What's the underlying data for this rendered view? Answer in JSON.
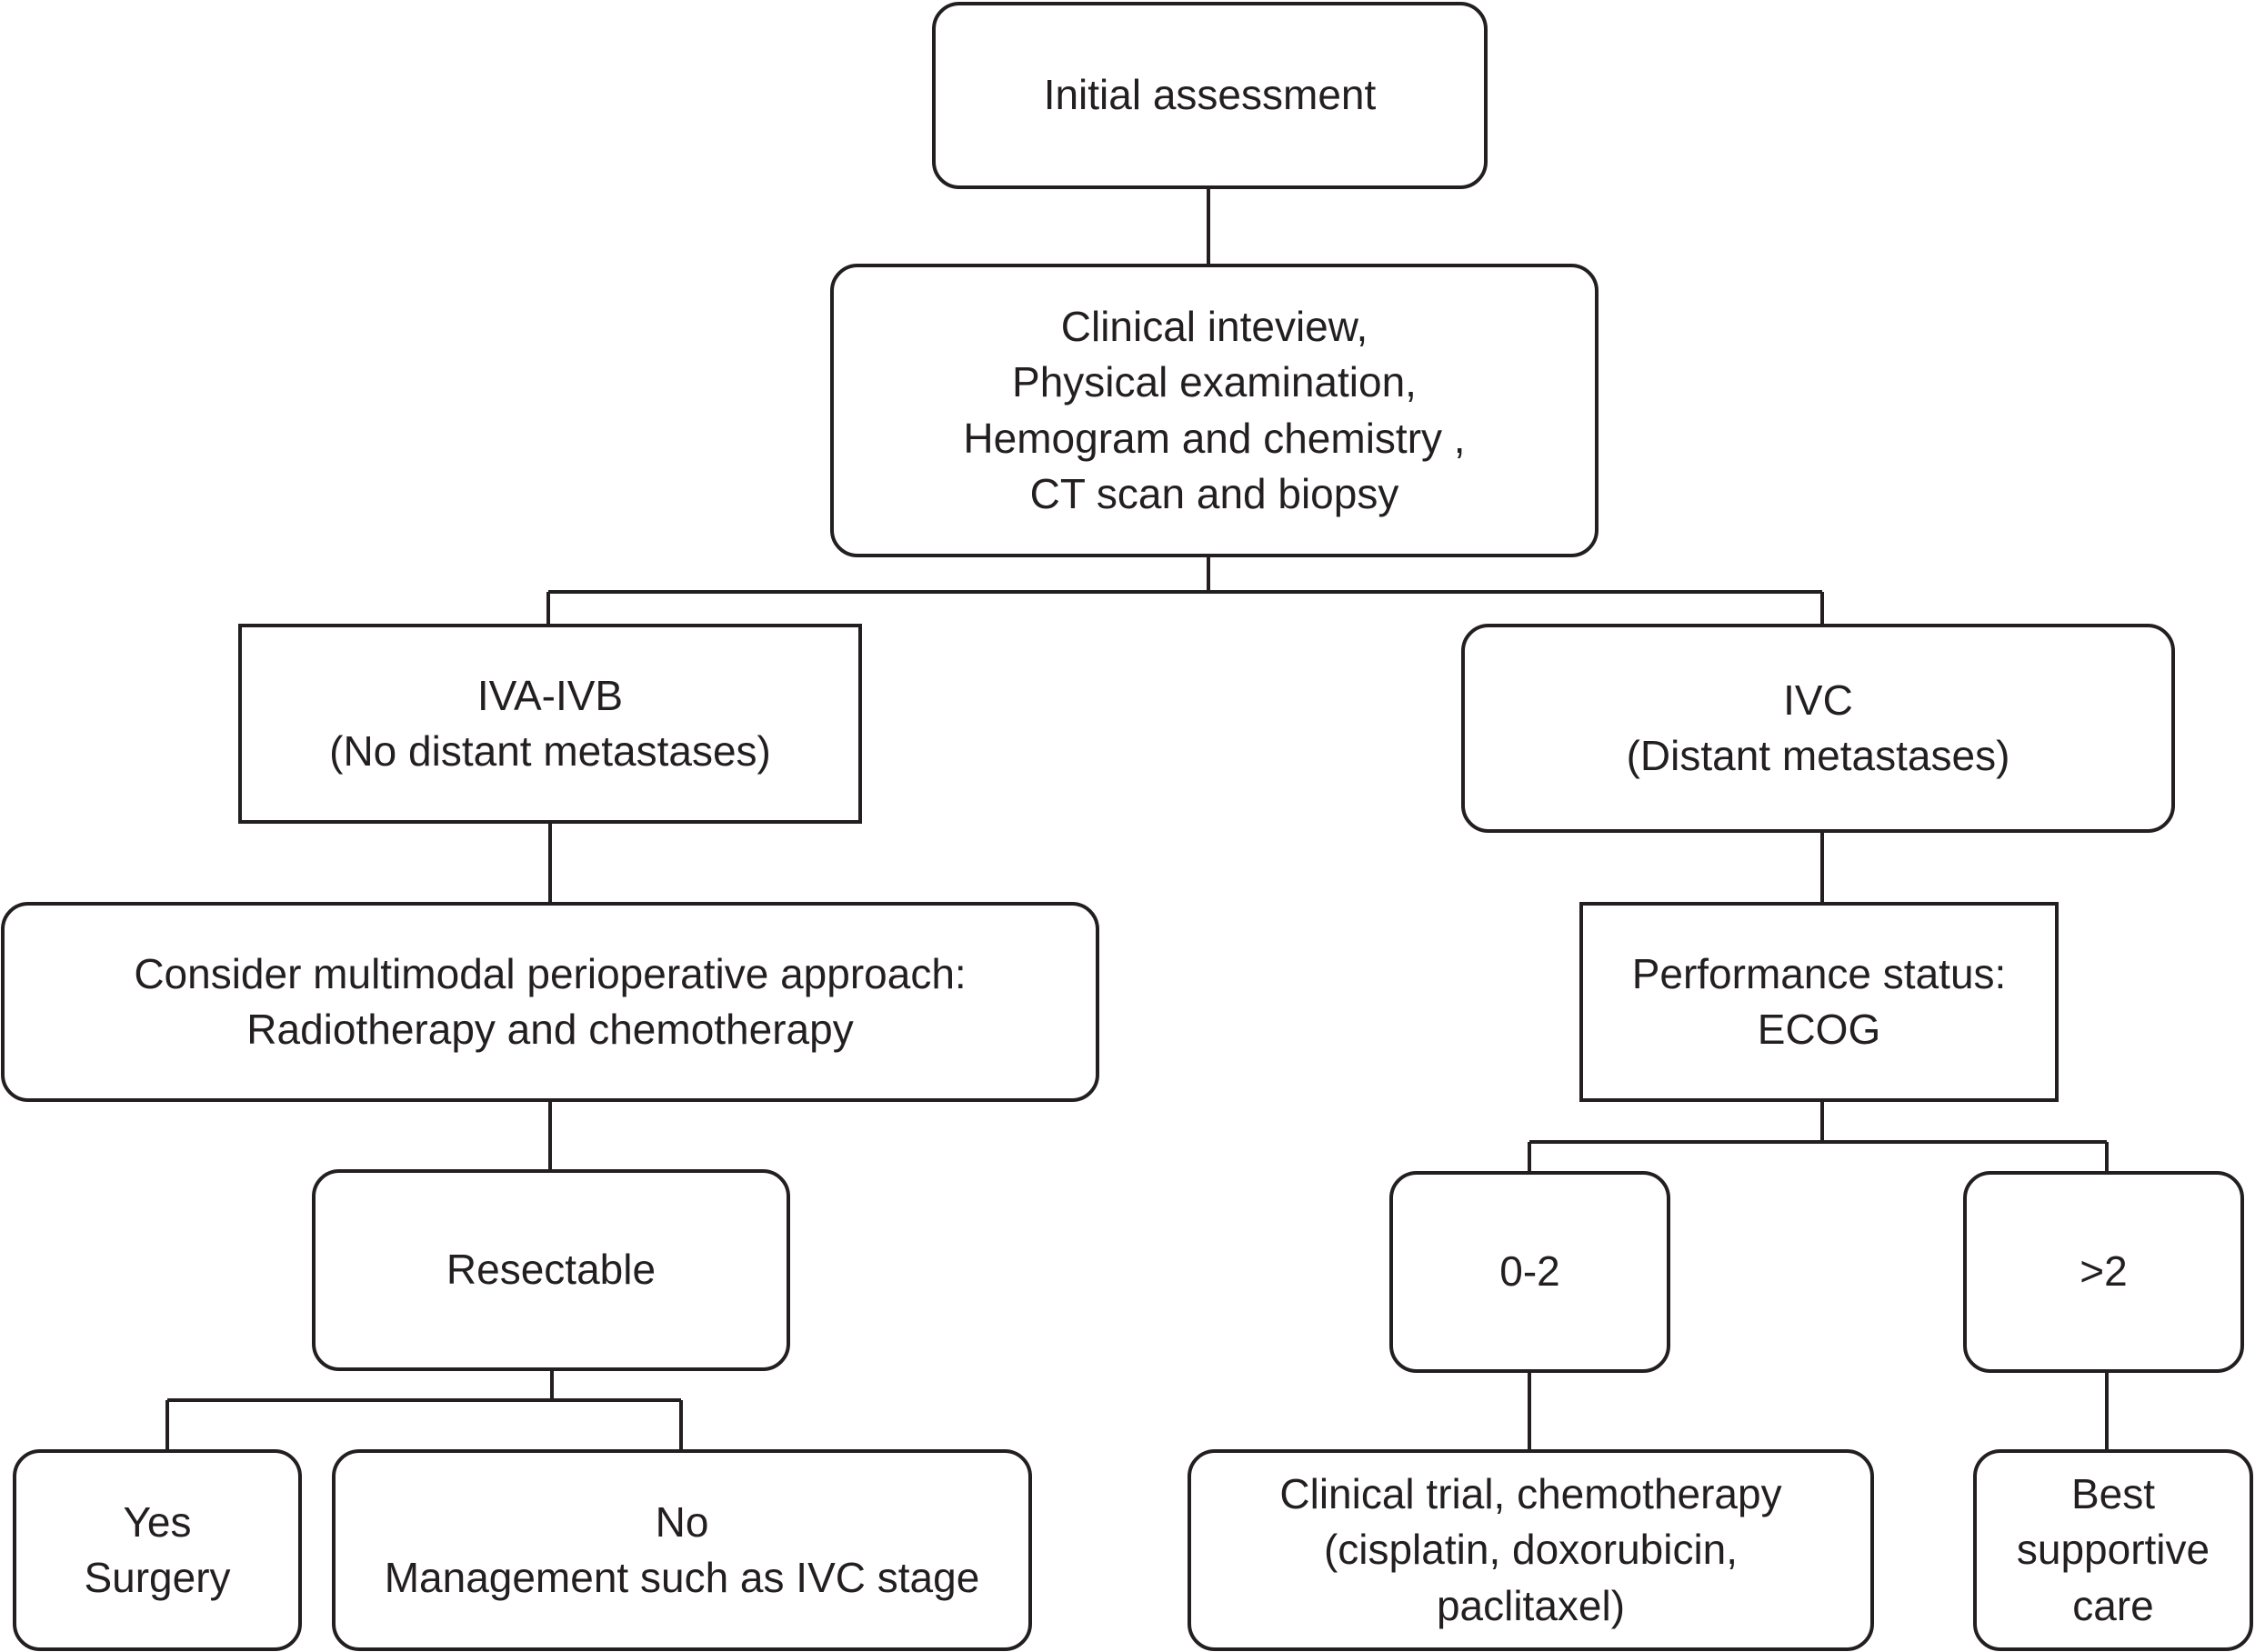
{
  "nodes": {
    "initial_assessment": "Initial assessment",
    "workup": "Clinical inteview,\n Physical examination,\nHemogram and chemistry ,\n CT scan and biopsy",
    "iva_ivb": "IVA-IVB\n(No distant metastases)",
    "ivc": "IVC\n(Distant metastases)",
    "multimodal": "Consider multimodal  perioperative approach:\nRadiotherapy and chemotherapy",
    "performance_status": "Performance status:\nECOG",
    "resectable": "Resectable",
    "ecog_0_2": "0-2",
    "ecog_gt_2": ">2",
    "yes_surgery": "Yes\nSurgery",
    "no_management": "No\nManagement such as IVC stage",
    "clinical_trial": "Clinical trial, chemotherapy\n(cisplatin, doxorubicin,\npaclitaxel)",
    "best_supportive_care": "Best\nsupportive\ncare"
  },
  "colors": {
    "line": "#231f20",
    "background": "#ffffff"
  }
}
